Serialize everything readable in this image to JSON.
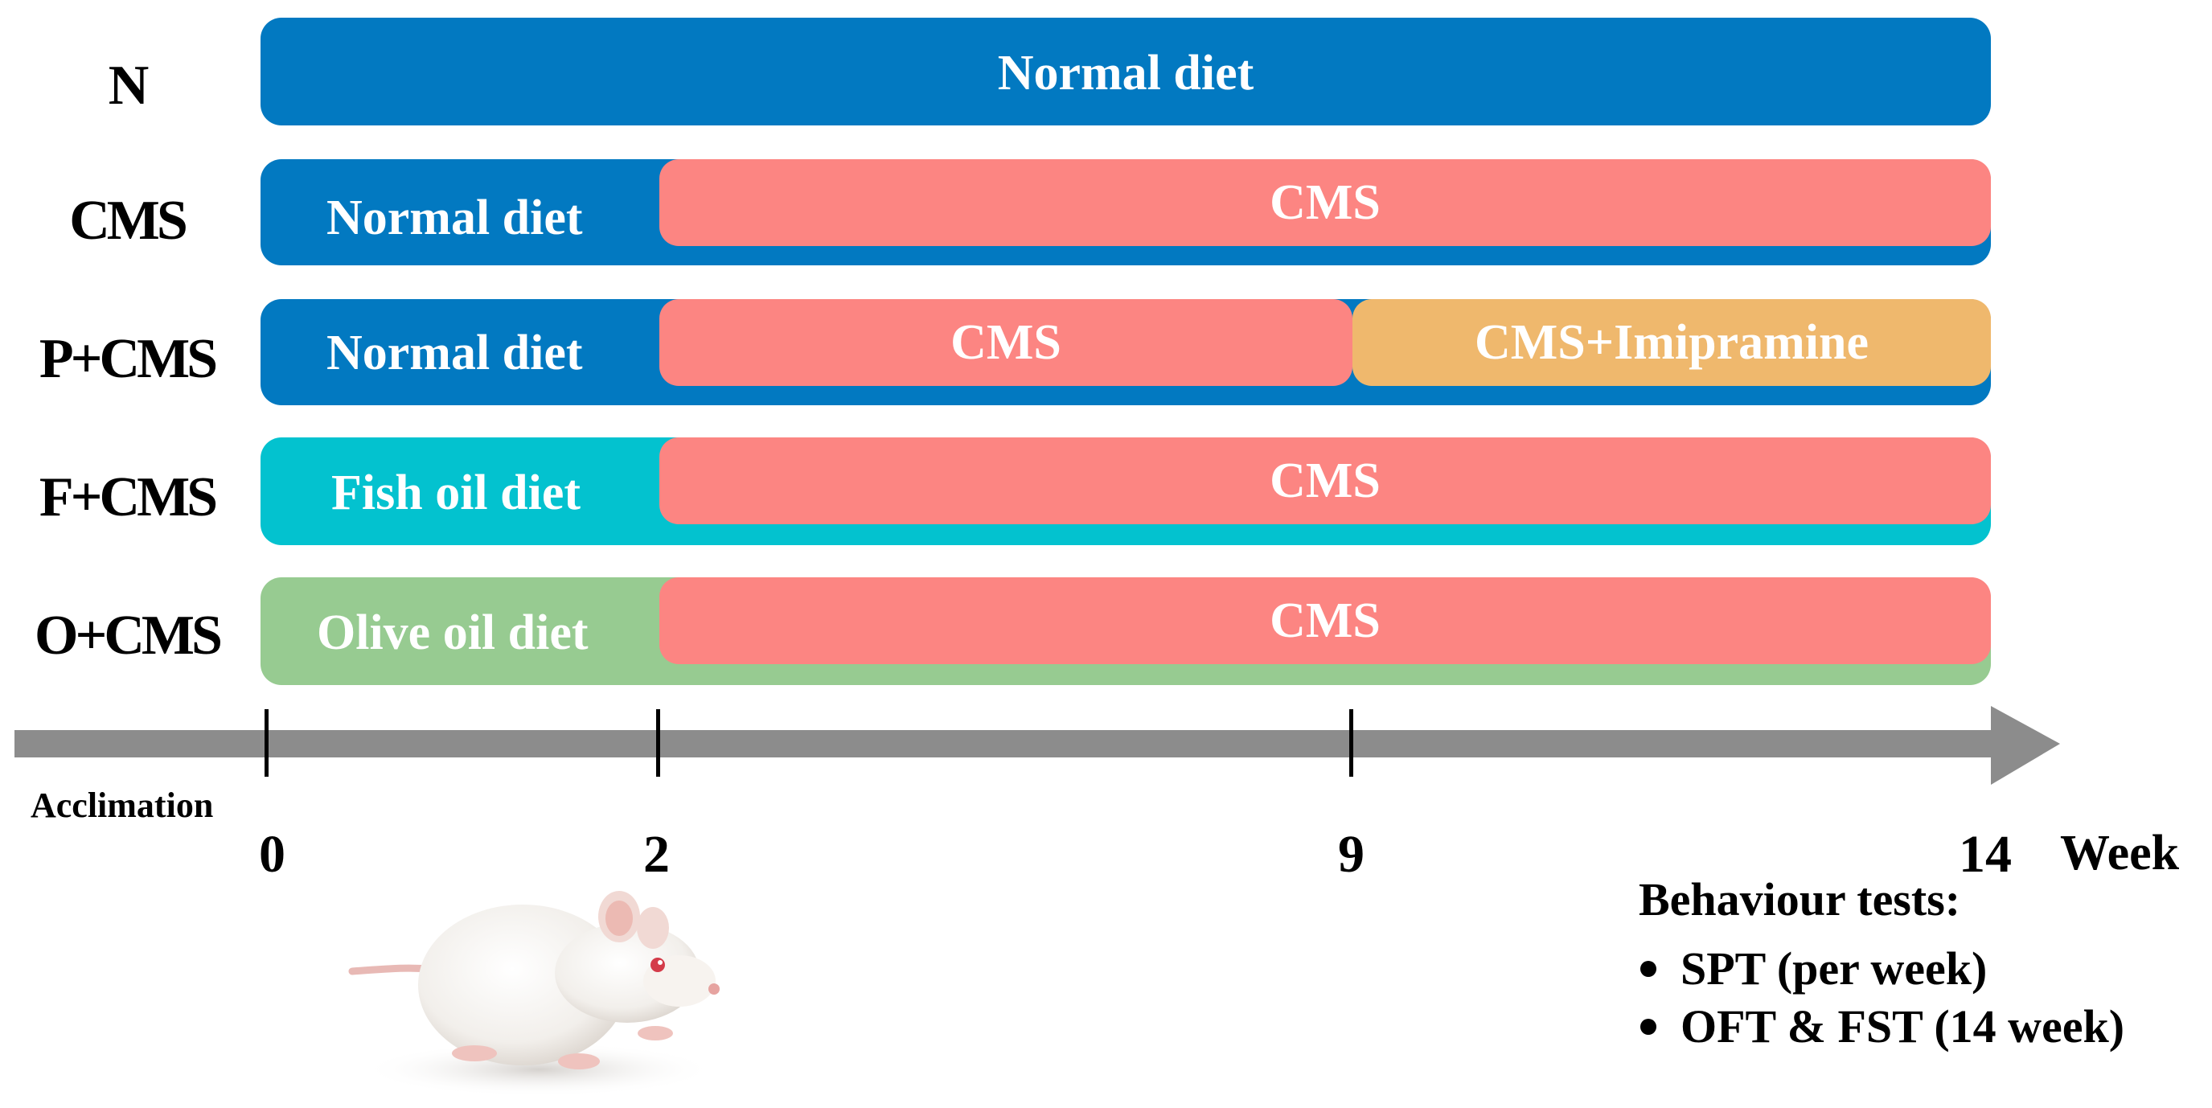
{
  "groups": [
    {
      "label": "N",
      "base": "Normal diet",
      "base_color": "#0279c1"
    },
    {
      "label": "CMS",
      "base": "Normal diet",
      "base_color": "#0279c1",
      "overlay": "CMS"
    },
    {
      "label": "P+CMS",
      "base": "Normal diet",
      "base_color": "#0279c1",
      "overlay": "CMS",
      "overlay2": "CMS+Imipramine"
    },
    {
      "label": "F+CMS",
      "base": "Fish oil diet",
      "base_color": "#03c2cf",
      "overlay": "CMS"
    },
    {
      "label": "O+CMS",
      "base": "Olive oil diet",
      "base_color": "#97cb91",
      "overlay": "CMS"
    }
  ],
  "colors": {
    "normal": "#0279c1",
    "fish": "#03c2cf",
    "olive": "#97cb91",
    "cms": "#fc8582",
    "imipramine": "#efb86d",
    "axis": "#8c8c8c"
  },
  "axis": {
    "start_label": "Acclimation",
    "ticks": [
      "0",
      "2",
      "9",
      "14"
    ],
    "unit": "Week"
  },
  "tests": {
    "title": "Behaviour tests:",
    "items": [
      "SPT (per week)",
      "OFT & FST (14 week)"
    ]
  },
  "image": {
    "icon": "white-rat"
  }
}
